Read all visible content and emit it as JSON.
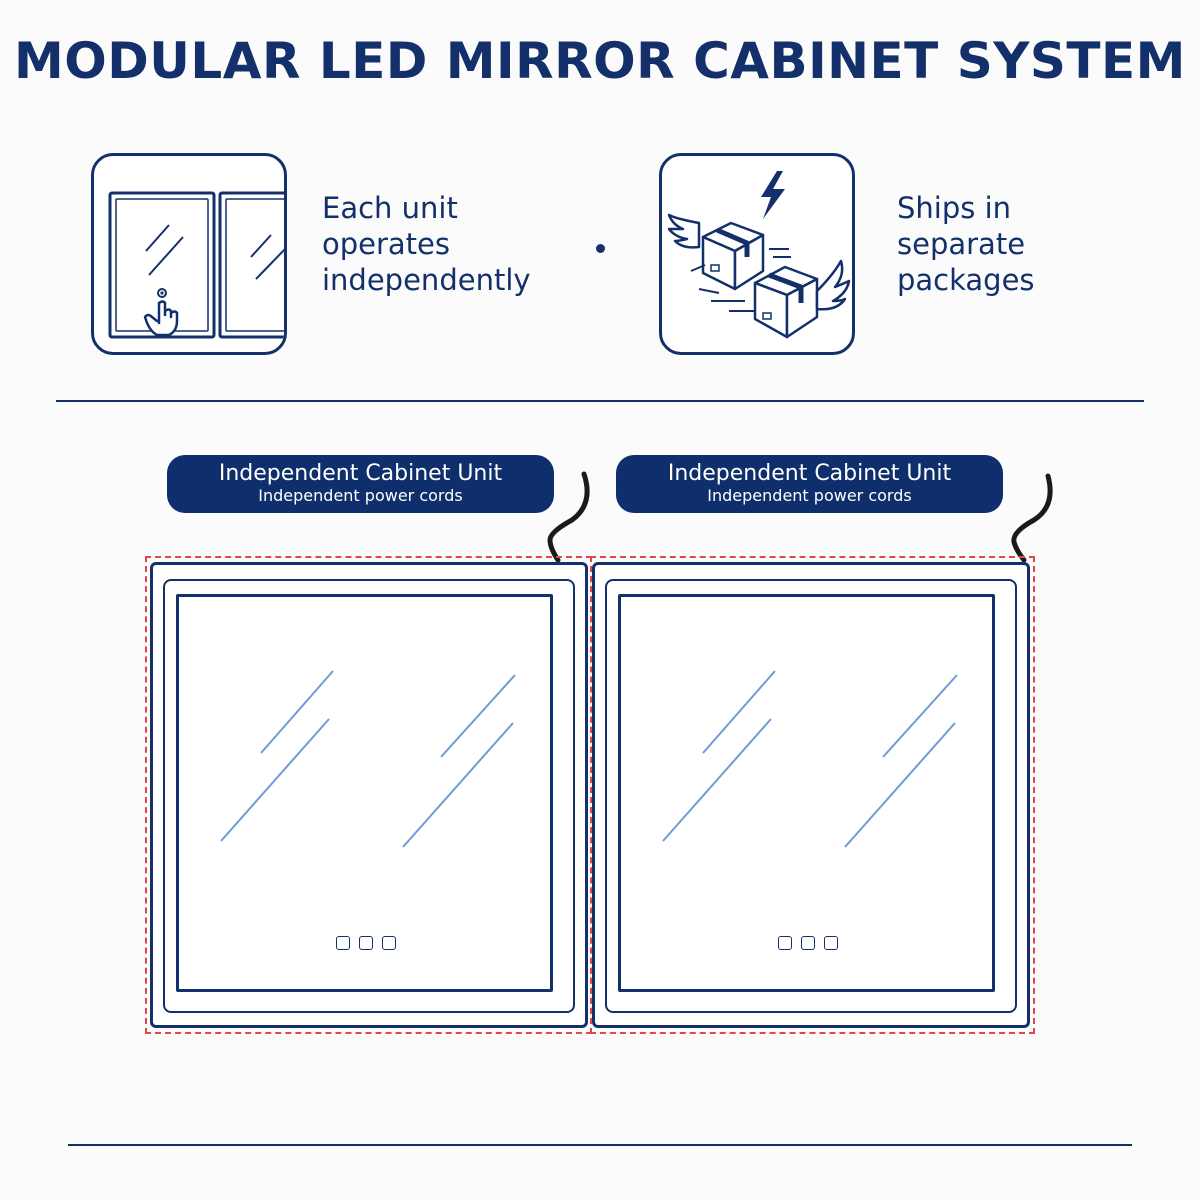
{
  "title": "MODULAR LED MIRROR CABINET SYSTEM",
  "features": [
    {
      "text": "Each unit\noperates\nindependently",
      "icon": "touch-panel-icon"
    },
    {
      "text": "Ships in\nseparate\npackages",
      "icon": "shipping-boxes-icon"
    }
  ],
  "units": [
    {
      "label": "Independent Cabinet Unit",
      "sublabel": "Independent power cords"
    },
    {
      "label": "Independent Cabinet Unit",
      "sublabel": "Independent power cords"
    }
  ],
  "colors": {
    "navy": "#14306b",
    "pill": "#0f2f6c",
    "dashed_outline": "#e04848",
    "glass_glint": "#6f9bd6"
  }
}
